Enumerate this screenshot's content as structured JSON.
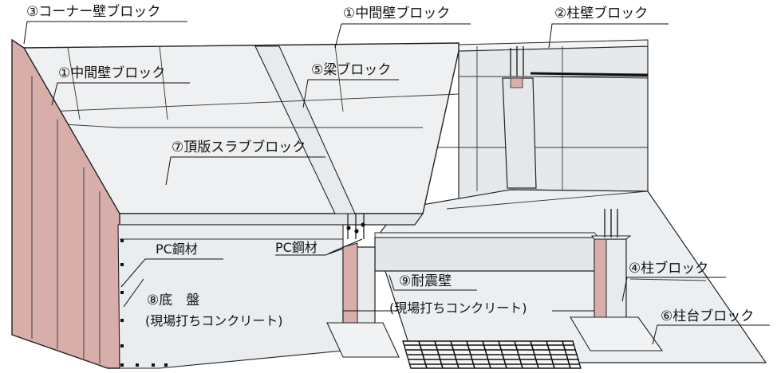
{
  "labels": {
    "corner_wall": "③コーナー壁ブロック",
    "mid_wall_top": "①中間壁ブロック",
    "pillar_wall": "②柱壁ブロック",
    "mid_wall_left": "①中間壁ブロック",
    "beam": "⑤梁ブロック",
    "top_slab": "⑦頂版スラブブロック",
    "pc_steel_left": "PC鋼材",
    "pc_steel_mid": "PC鋼材",
    "bottom_slab": "⑧底　盤",
    "bottom_slab_note": "(現場打ちコンクリート)",
    "seismic_wall": "⑨耐震壁",
    "seismic_wall_note": "(現場打ちコンクリート)",
    "pillar": "④柱ブロック",
    "pillar_base": "⑥柱台ブロック"
  },
  "colors": {
    "wall_pink": "#d7aea9",
    "wall_pink_dark": "#c79c97",
    "concrete_light": "#eef0f2",
    "concrete_mid": "#e2e5e8",
    "concrete_shadow": "#d3d7db",
    "line": "#222222"
  }
}
